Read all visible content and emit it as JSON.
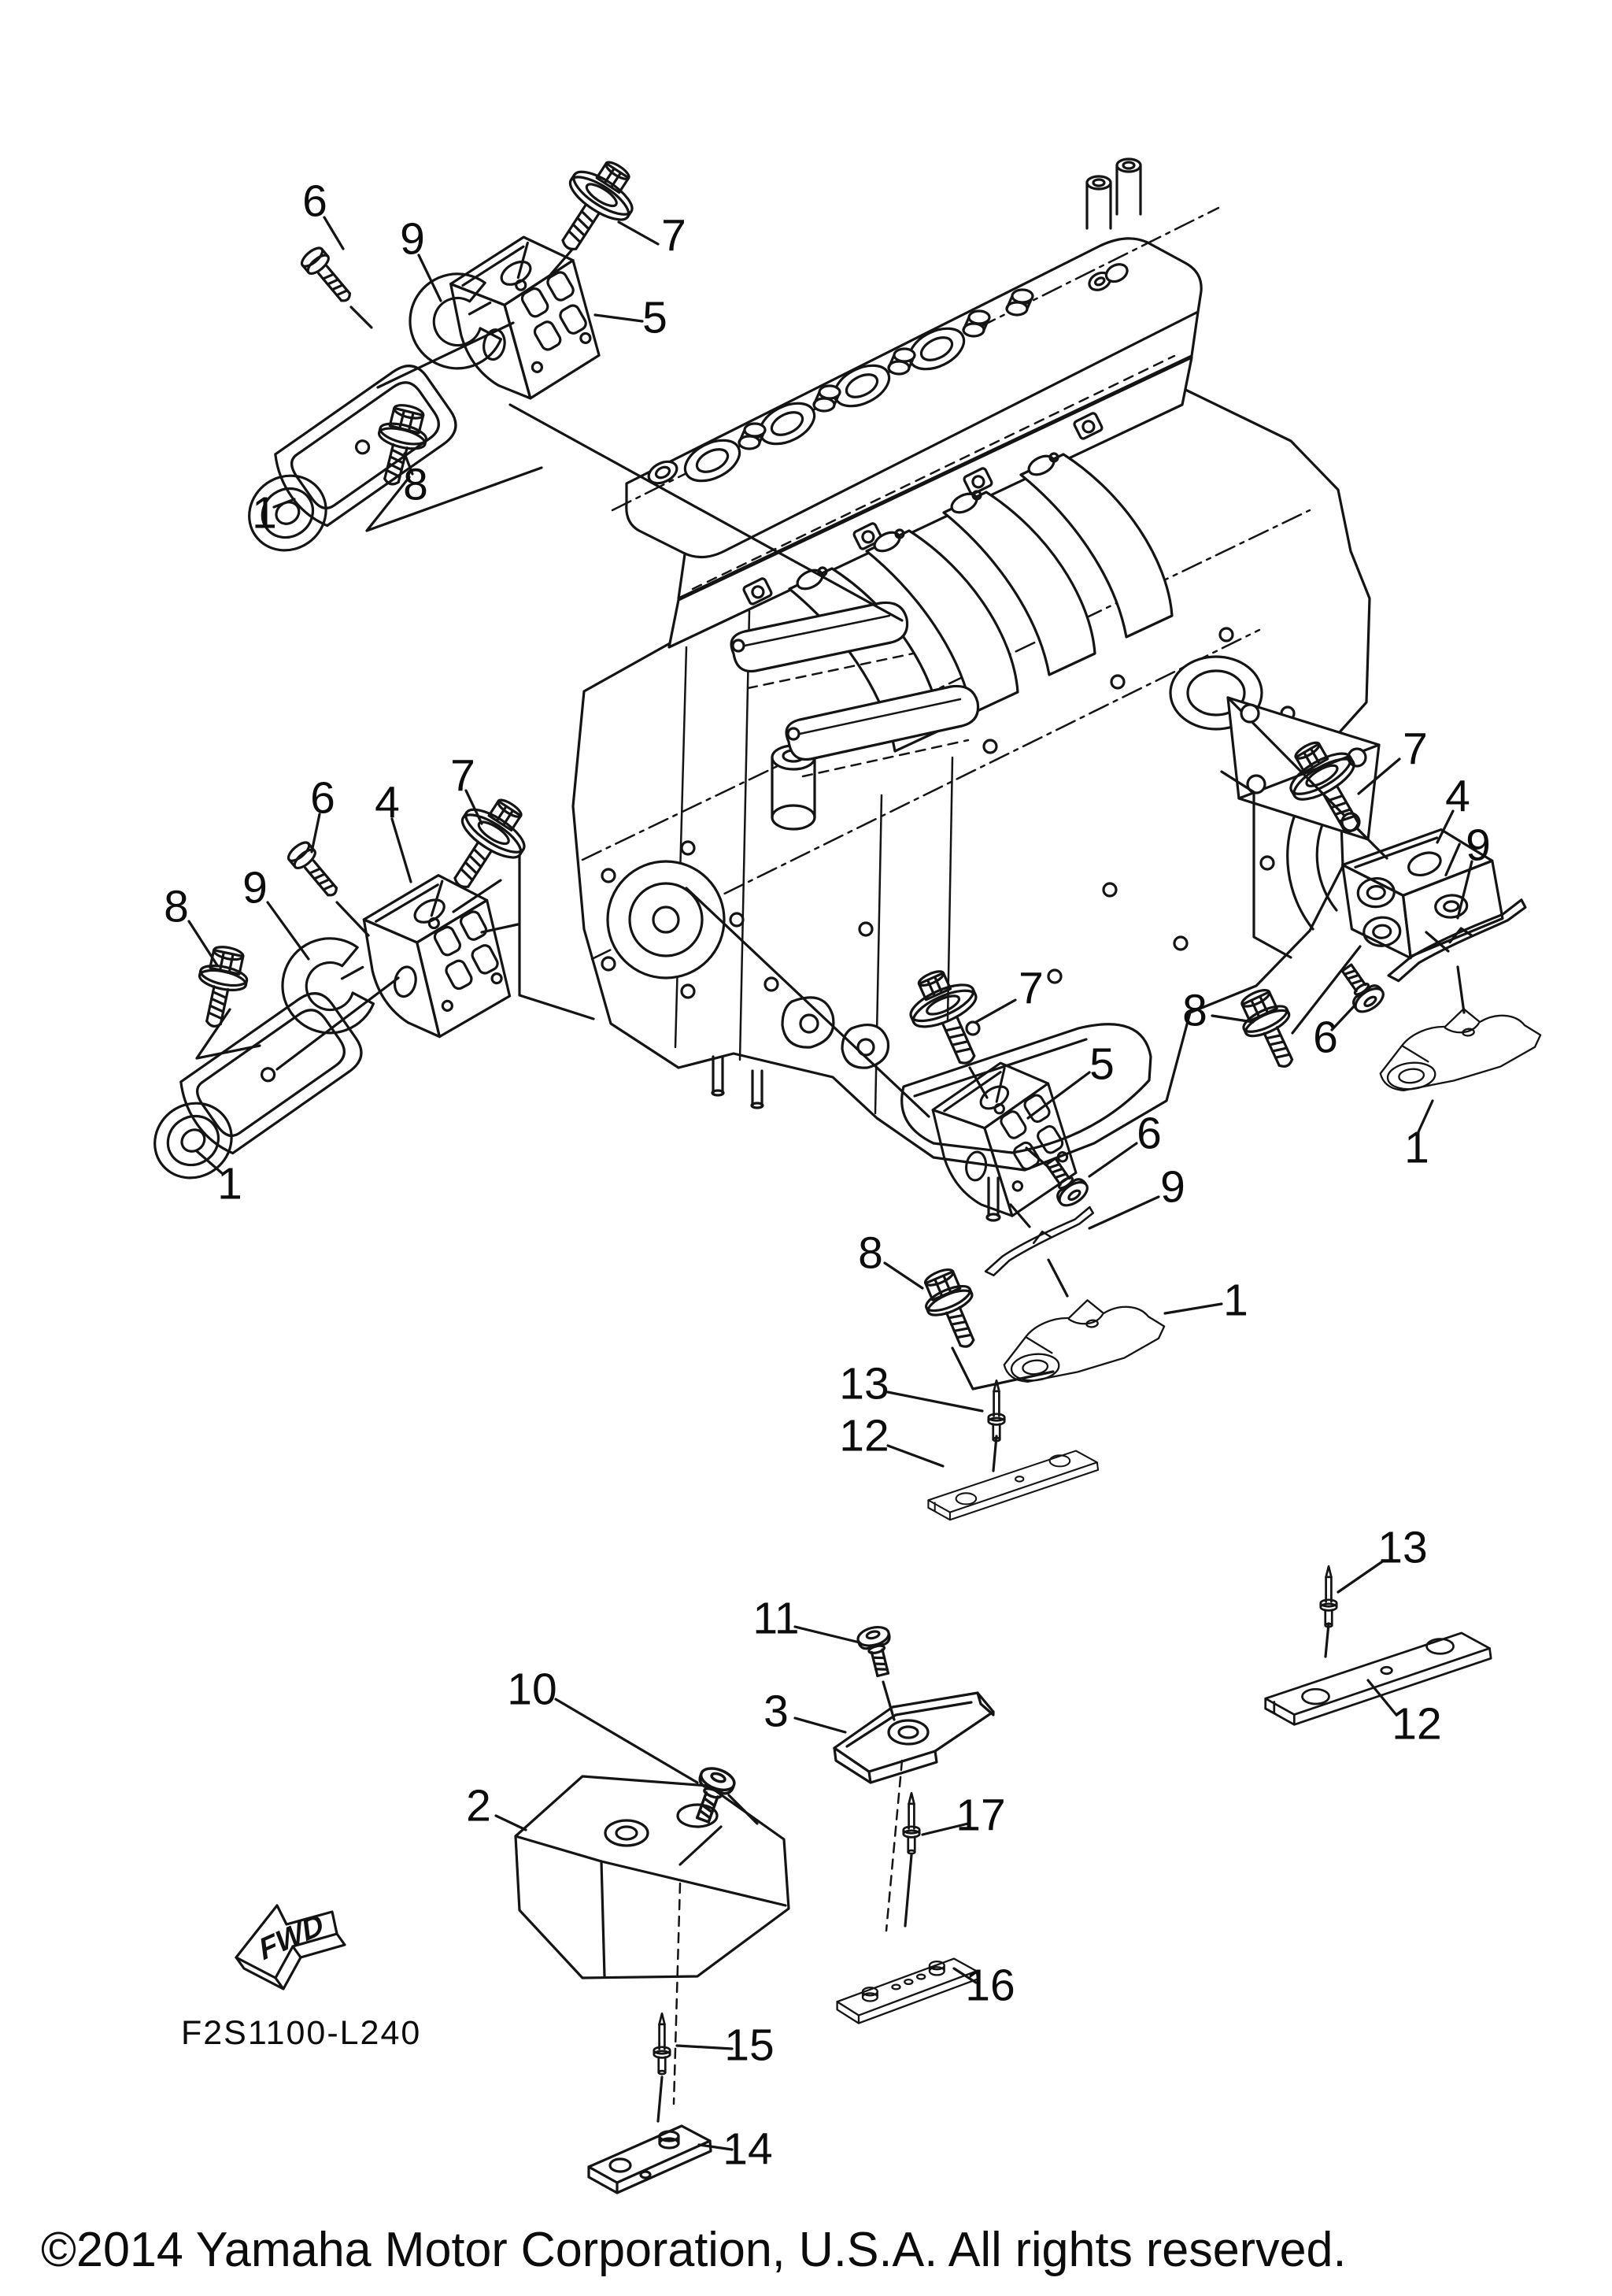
{
  "diagram": {
    "code": "F2S1100-L240",
    "fwd_label": "FWD",
    "copyright": "©2014 Yamaha Motor Corporation, U.S.A. All rights reserved."
  },
  "callouts": [
    {
      "label": "6"
    },
    {
      "label": "9"
    },
    {
      "label": "7"
    },
    {
      "label": "5"
    },
    {
      "label": "1"
    },
    {
      "label": "8"
    },
    {
      "label": "8"
    },
    {
      "label": "9"
    },
    {
      "label": "6"
    },
    {
      "label": "4"
    },
    {
      "label": "7"
    },
    {
      "label": "1"
    },
    {
      "label": "7"
    },
    {
      "label": "4"
    },
    {
      "label": "9"
    },
    {
      "label": "8"
    },
    {
      "label": "6"
    },
    {
      "label": "1"
    },
    {
      "label": "7"
    },
    {
      "label": "5"
    },
    {
      "label": "6"
    },
    {
      "label": "9"
    },
    {
      "label": "8"
    },
    {
      "label": "1"
    },
    {
      "label": "13"
    },
    {
      "label": "12"
    },
    {
      "label": "13"
    },
    {
      "label": "12"
    },
    {
      "label": "10"
    },
    {
      "label": "2"
    },
    {
      "label": "11"
    },
    {
      "label": "3"
    },
    {
      "label": "17"
    },
    {
      "label": "16"
    },
    {
      "label": "15"
    },
    {
      "label": "14"
    }
  ]
}
